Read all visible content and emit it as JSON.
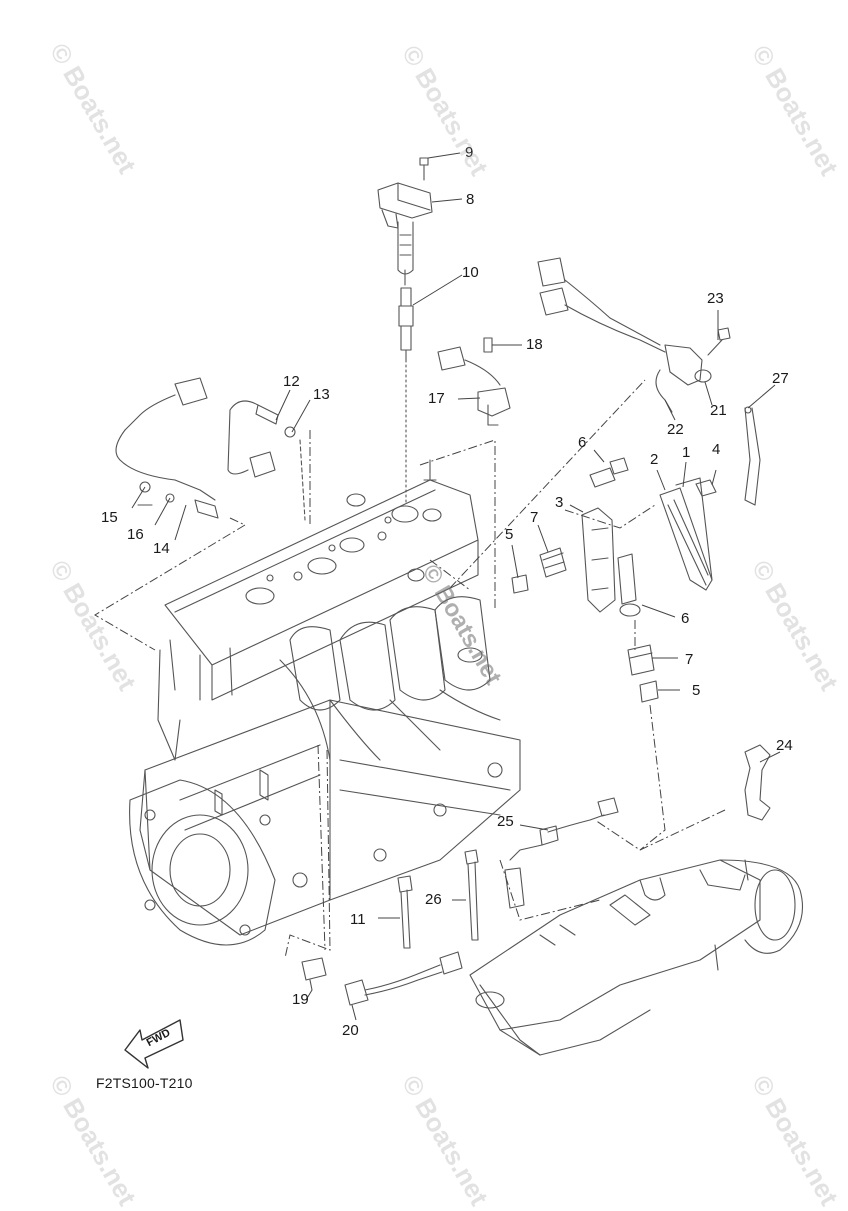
{
  "diagram": {
    "code": "F2TS100-T210",
    "fwd_label": "FWD",
    "watermark": "© Boats.net",
    "callouts": [
      {
        "id": "c9",
        "text": "9"
      },
      {
        "id": "c8",
        "text": "8"
      },
      {
        "id": "c10",
        "text": "10"
      },
      {
        "id": "c18",
        "text": "18"
      },
      {
        "id": "c17",
        "text": "17"
      },
      {
        "id": "c12",
        "text": "12"
      },
      {
        "id": "c13",
        "text": "13"
      },
      {
        "id": "c23",
        "text": "23"
      },
      {
        "id": "c21",
        "text": "21"
      },
      {
        "id": "c22",
        "text": "22"
      },
      {
        "id": "c27",
        "text": "27"
      },
      {
        "id": "c6a",
        "text": "6"
      },
      {
        "id": "c2",
        "text": "2"
      },
      {
        "id": "c1",
        "text": "1"
      },
      {
        "id": "c4",
        "text": "4"
      },
      {
        "id": "c3",
        "text": "3"
      },
      {
        "id": "c15",
        "text": "15"
      },
      {
        "id": "c16",
        "text": "16"
      },
      {
        "id": "c14",
        "text": "14"
      },
      {
        "id": "c7a",
        "text": "7"
      },
      {
        "id": "c5a",
        "text": "5"
      },
      {
        "id": "c6b",
        "text": "6"
      },
      {
        "id": "c7b",
        "text": "7"
      },
      {
        "id": "c5b",
        "text": "5"
      },
      {
        "id": "c24",
        "text": "24"
      },
      {
        "id": "c25",
        "text": "25"
      },
      {
        "id": "c26",
        "text": "26"
      },
      {
        "id": "c11",
        "text": "11"
      },
      {
        "id": "c19",
        "text": "19"
      },
      {
        "id": "c20",
        "text": "20"
      }
    ]
  }
}
